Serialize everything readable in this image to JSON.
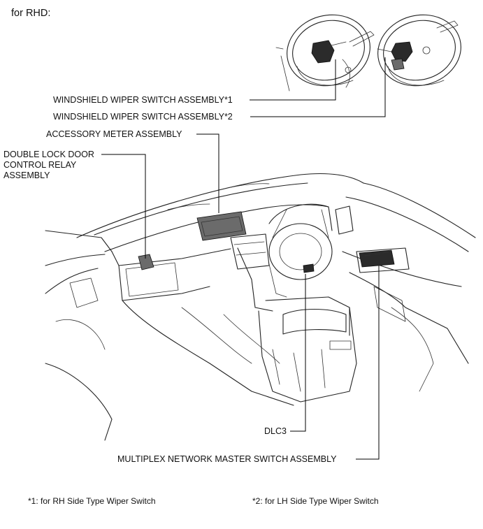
{
  "header": {
    "variant": "for RHD:"
  },
  "callouts": {
    "wiper_1": "WINDSHIELD WIPER SWITCH ASSEMBLY*1",
    "wiper_2": "WINDSHIELD WIPER SWITCH ASSEMBLY*2",
    "accessory_meter": "ACCESSORY METER ASSEMBLY",
    "double_lock": [
      "DOUBLE LOCK DOOR",
      "CONTROL RELAY",
      "ASSEMBLY"
    ],
    "dlc3": "DLC3",
    "multiplex": "MULTIPLEX NETWORK MASTER SWITCH ASSEMBLY"
  },
  "footnotes": {
    "note_1": "*1: for RH Side Type Wiper Switch",
    "note_2": "*2: for LH Side Type Wiper Switch"
  }
}
